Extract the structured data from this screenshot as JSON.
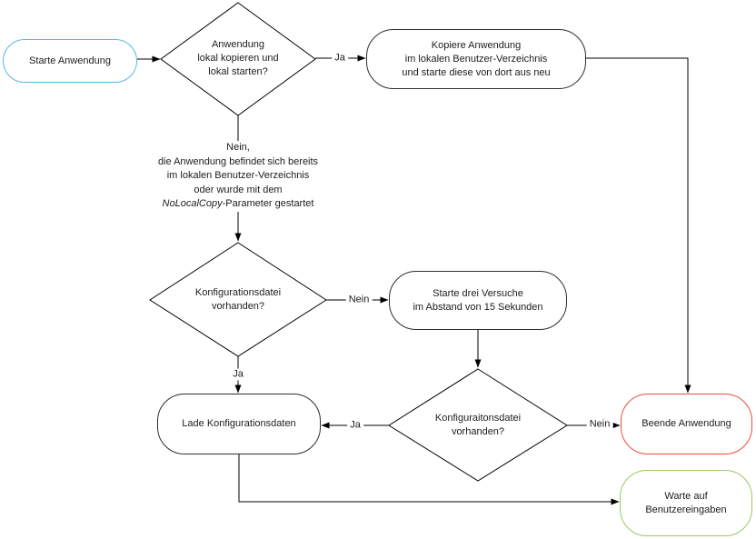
{
  "colors": {
    "line": "#000000",
    "box_border": "#2e2e2e",
    "start_border": "#58b6e8",
    "exit_border": "#f04a3a",
    "wait_border": "#9cc862",
    "text": "#1c1c1c"
  },
  "nodes": {
    "start": {
      "label": "Starte Anwendung"
    },
    "decision_local_copy": {
      "text": "Anwendung\nlokal kopieren und\nlokal starten?"
    },
    "copy_app": {
      "text": "Kopiere Anwendung\nim lokalen Benutzer-Verzeichnis\nund starte diese von dort aus neu"
    },
    "decision_config_1": {
      "text": "Konfigurationsdatei\nvorhanden?"
    },
    "retry": {
      "text": "Starte drei Versuche\nim Abstand von 15 Sekunden"
    },
    "decision_config_2": {
      "text": "Konfiguraitonsdatei\nvorhanden?"
    },
    "load_config": {
      "label": "Lade Konfigurationsdaten"
    },
    "exit": {
      "label": "Beende Anwendung"
    },
    "wait_input": {
      "text": "Warte auf\nBenutzereingaben"
    }
  },
  "note": {
    "line1": "Nein,",
    "line2": "die Anwendung befindet sich bereits",
    "line3": "im lokalen Benutzer-Verzeichnis",
    "line4": "oder wurde mit dem",
    "line5_italic": "NoLocalCopy",
    "line5_rest": "-Parameter gestartet"
  },
  "edge_labels": {
    "copy_yes": "Ja",
    "config1_no": "Nein",
    "config1_yes": "Ja",
    "config2_yes": "Ja",
    "config2_no": "Nein"
  }
}
